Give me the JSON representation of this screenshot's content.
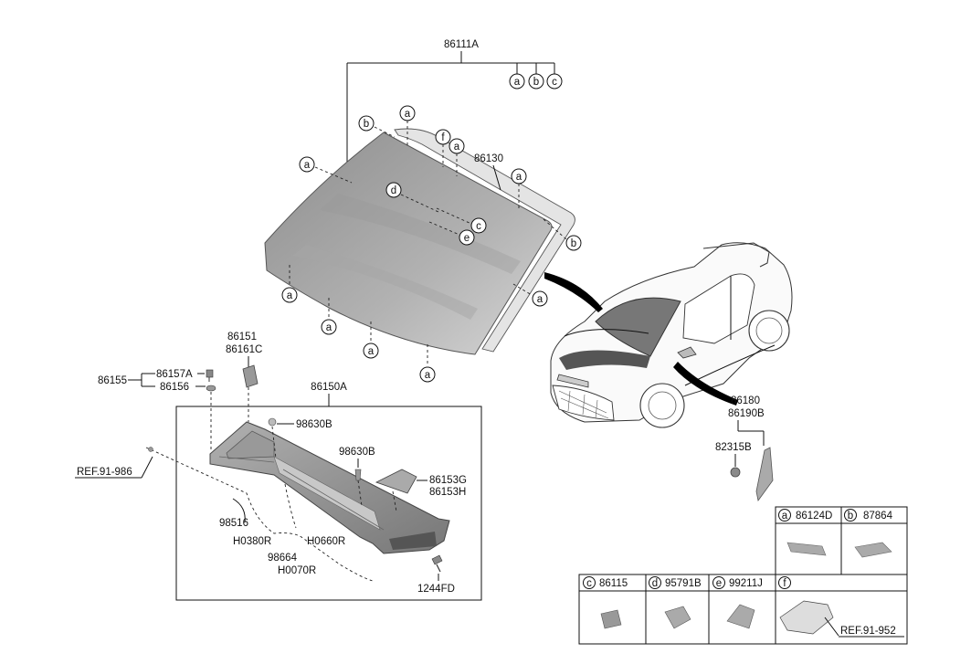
{
  "labels": {
    "windshield_glass": "86111A",
    "moulding": "86130",
    "cowl_panel_asm": "86150A",
    "part_86151": "86151",
    "part_86161c": "86161C",
    "part_86155": "86155",
    "part_86157a": "86157A",
    "part_86156": "86156",
    "part_98630b_top": "98630B",
    "part_98630b_mid": "98630B",
    "part_86153g": "86153G",
    "part_86153h": "86153H",
    "part_98516": "98516",
    "part_h0380r": "H0380R",
    "part_98664": "98664",
    "part_h0660r": "H0660R",
    "part_h0070r": "H0070R",
    "part_1244fd": "1244FD",
    "part_86180": "86180",
    "part_86190b": "86190B",
    "part_82315b": "82315B",
    "ref_left": "REF.91-986",
    "ref_right": "REF.91-952"
  },
  "callouts": {
    "a": "a",
    "b": "b",
    "c": "c",
    "d": "d",
    "e": "e",
    "f": "f"
  },
  "legend": {
    "a": {
      "letter": "a",
      "part": "86124D"
    },
    "b": {
      "letter": "b",
      "part": "87864"
    },
    "c": {
      "letter": "c",
      "part": "86115"
    },
    "d": {
      "letter": "d",
      "part": "95791B"
    },
    "e": {
      "letter": "e",
      "part": "99211J"
    },
    "f": {
      "letter": "f",
      "part": ""
    }
  }
}
